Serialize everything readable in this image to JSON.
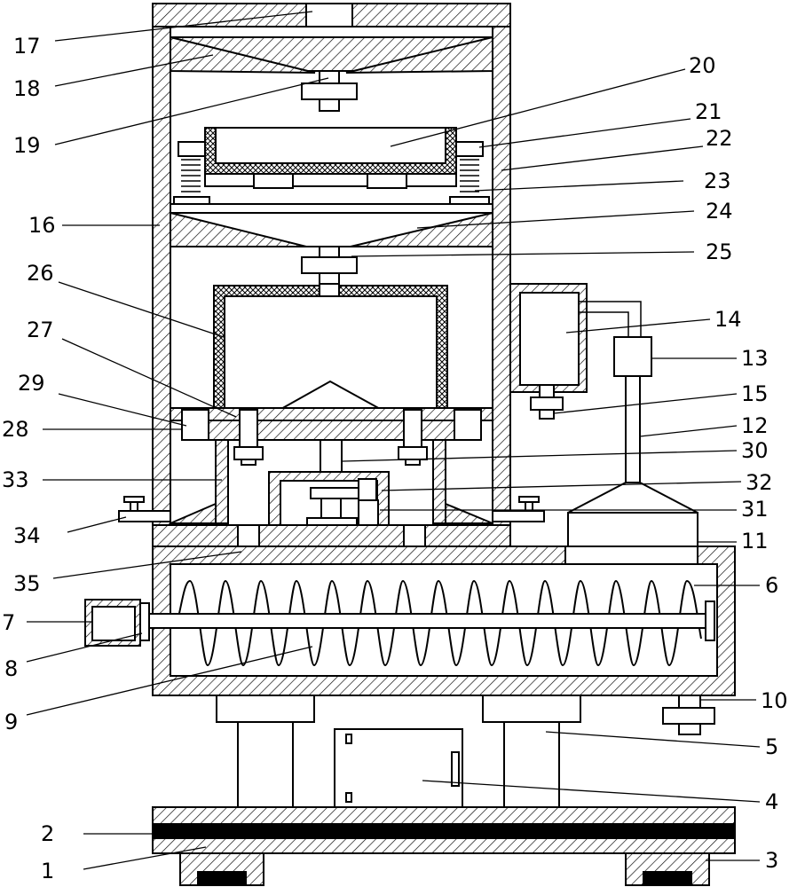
{
  "labels": {
    "l1": "1",
    "l2": "2",
    "l3": "3",
    "l4": "4",
    "l5": "5",
    "l6": "6",
    "l7": "7",
    "l8": "8",
    "l9": "9",
    "l10": "10",
    "l11": "11",
    "l12": "12",
    "l13": "13",
    "l14": "14",
    "l15": "15",
    "l16": "16",
    "l17": "17",
    "l18": "18",
    "l19": "19",
    "l20": "20",
    "l21": "21",
    "l22": "22",
    "l23": "23",
    "l24": "24",
    "l25": "25",
    "l26": "26",
    "l27": "27",
    "l28": "28",
    "l29": "29",
    "l30": "30",
    "l31": "31",
    "l32": "32",
    "l33": "33",
    "l34": "34",
    "l35": "35"
  }
}
